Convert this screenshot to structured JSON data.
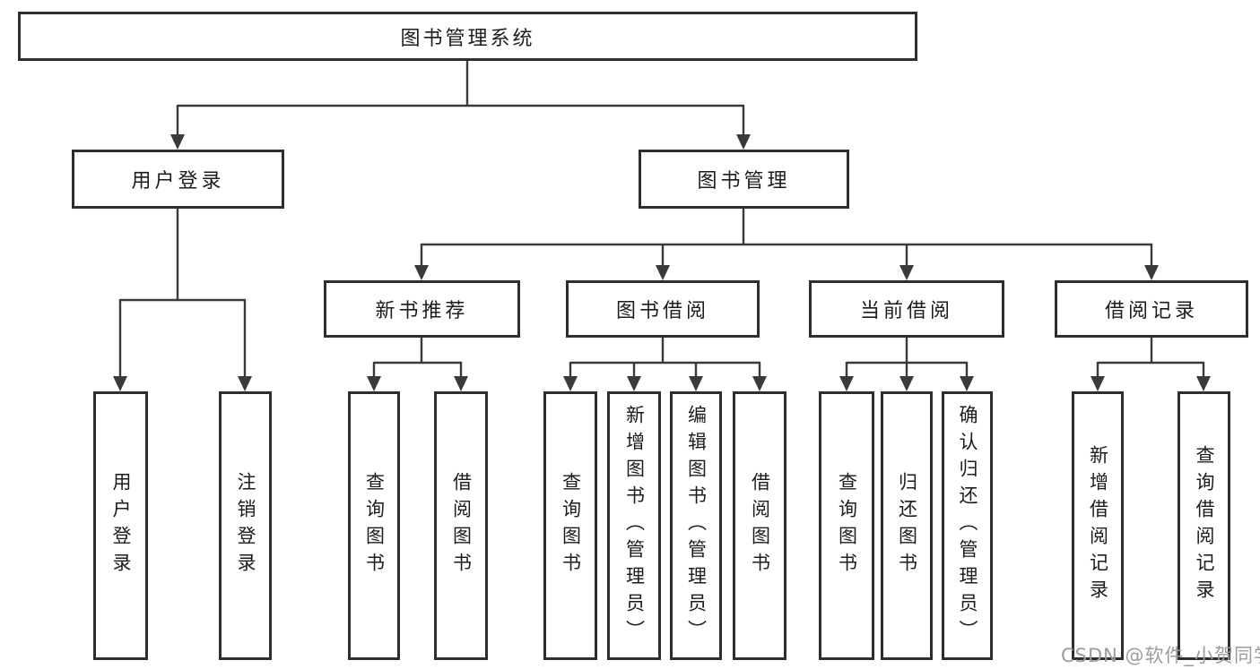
{
  "tree": {
    "label": "图书管理系统",
    "children": [
      {
        "label": "用户登录",
        "children": [
          {
            "label": "用户登录"
          },
          {
            "label": "注销登录"
          }
        ]
      },
      {
        "label": "图书管理",
        "children": [
          {
            "label": "新书推荐",
            "children": [
              {
                "label": "查询图书"
              },
              {
                "label": "借阅图书"
              }
            ]
          },
          {
            "label": "图书借阅",
            "children": [
              {
                "label": "查询图书"
              },
              {
                "label": "新增图书（管理员）"
              },
              {
                "label": "编辑图书（管理员）"
              },
              {
                "label": "借阅图书"
              }
            ]
          },
          {
            "label": "当前借阅",
            "children": [
              {
                "label": "查询图书"
              },
              {
                "label": "归还图书"
              },
              {
                "label": "确认归还（管理员）"
              }
            ]
          },
          {
            "label": "借阅记录",
            "children": [
              {
                "label": "新增借阅记录"
              },
              {
                "label": "查询借阅记录"
              }
            ]
          }
        ]
      }
    ]
  },
  "watermark": "CSDN @软件_小贺同学",
  "colors": {
    "line": "#3a3a3a",
    "border": "#2e2e2e",
    "text": "#1c1c1c",
    "watermark": "#9c9c9c",
    "background": "#ffffff"
  }
}
